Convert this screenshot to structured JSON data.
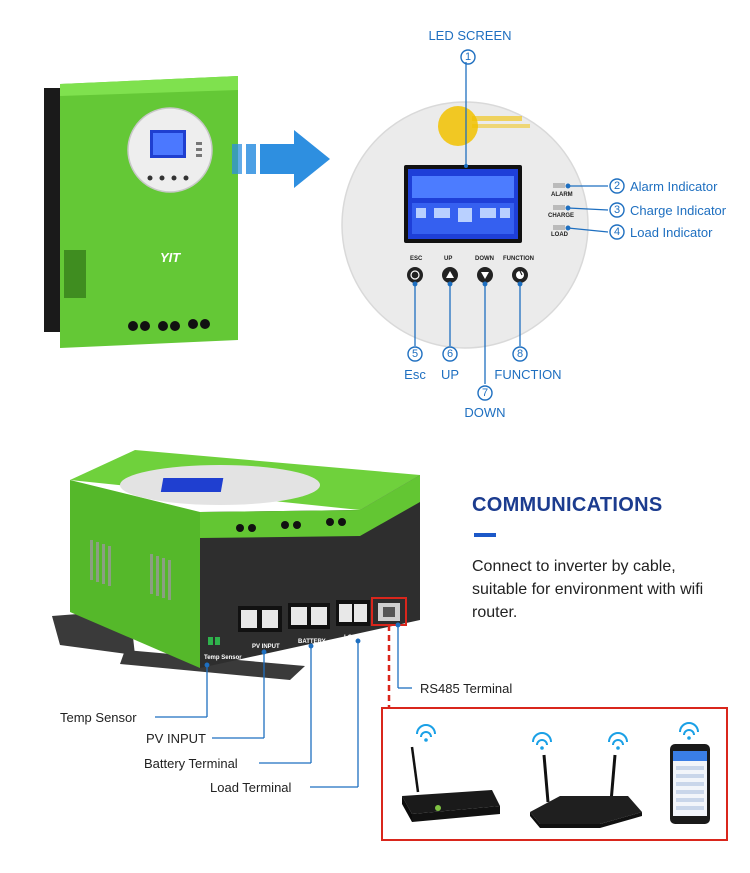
{
  "top": {
    "led_screen_label": "LED SCREEN",
    "brand_logo": "YIT",
    "buttons": [
      {
        "key": "esc",
        "label": "ESC",
        "num": "5",
        "caption": "Esc"
      },
      {
        "key": "up",
        "label": "UP",
        "num": "6",
        "caption": "UP"
      },
      {
        "key": "down",
        "label": "DOWN",
        "num": "7",
        "caption": "DOWN"
      },
      {
        "key": "function",
        "label": "FUNCTION",
        "num": "8",
        "caption": "FUNCTION"
      }
    ],
    "indicators": [
      {
        "key": "alarm",
        "label": "ALARM",
        "num": "2",
        "caption": "Alarm Indicator"
      },
      {
        "key": "charge",
        "label": "CHARGE",
        "num": "3",
        "caption": "Charge Indicator"
      },
      {
        "key": "load",
        "label": "LOAD",
        "num": "4",
        "caption": "Load Indicator"
      }
    ],
    "led_num": "1"
  },
  "bottom": {
    "panel_labels": {
      "temp_sensor": "Temp Sensor",
      "pv_input": "PV INPUT",
      "battery": "BATTERY",
      "load": "LOAD"
    },
    "callouts": {
      "rs485": "RS485 Terminal",
      "temp": "Temp Sensor",
      "pv": "PV INPUT",
      "battery": "Battery Terminal",
      "load": "Load Terminal"
    },
    "communications": {
      "title": "COMMUNICATIONS",
      "description": "Connect to inverter by cable, suitable for environment with wifi router."
    }
  },
  "colors": {
    "device_green": "#6fd13c",
    "accent_blue": "#1e6fc0",
    "title_navy": "#1c3c8f",
    "red_frame": "#d9261c"
  }
}
